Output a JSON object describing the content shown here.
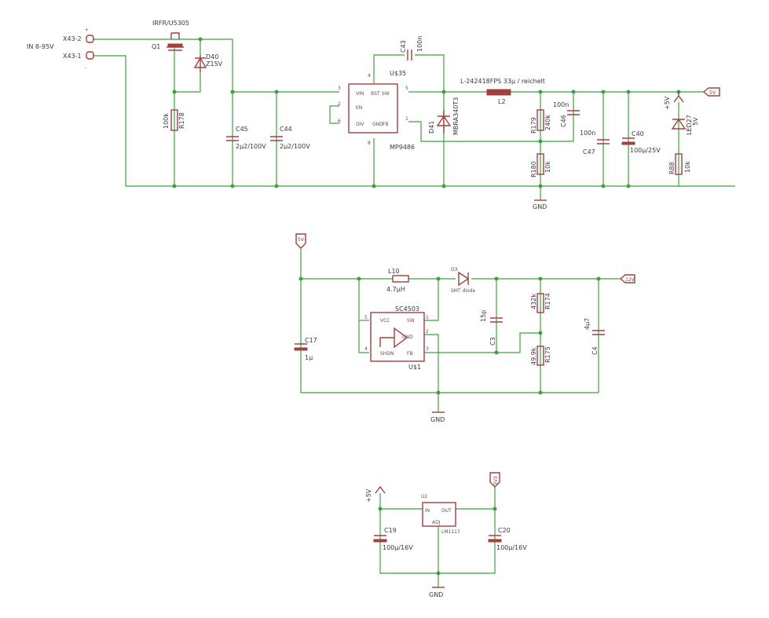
{
  "labels": {
    "in_range": "IN 8-95V",
    "x43_2": "X43-2",
    "x43_1": "X43-1",
    "q1_part": "IRFR/U5305",
    "q1": "Q1",
    "d40": "D40",
    "d40_val": "Z15V",
    "r178": "R178",
    "r178_val": "100k",
    "c45": "C45",
    "c45_val": "2µ2/100V",
    "c44": "C44",
    "c44_val": "2µ2/100V",
    "c43": "C43",
    "c43_val": "100n",
    "u35": "U$35",
    "mp9486": "MP9486",
    "u35_vin": "VIN",
    "u35_bst": "BST",
    "u35_en": "EN",
    "u35_sw": "SW",
    "u35_div": "DIV",
    "u35_gnd": "GND",
    "u35_fb": "FB",
    "p4": "4",
    "p3": "3",
    "p2": "2",
    "p6": "6",
    "p8": "8",
    "p5": "5",
    "p1": "1",
    "d41": "D41",
    "mbra": "MBRA340T3",
    "l2_part": "L-242418FPS 33µ / reichelt",
    "l2": "L2",
    "r179": "R179",
    "r179_val": "240k",
    "c46": "C46",
    "c46_val": "100n",
    "c47": "C47",
    "c47_val": "100n",
    "c40": "C40",
    "c40_val": "100µ/25V",
    "r180": "R180",
    "r180_val": "10k",
    "r88": "R88",
    "r88_val": "10k",
    "led27": "LED27",
    "led27_val": "5V",
    "plus5v": "+5V",
    "gnd": "GND",
    "net_5v": "5V",
    "net_5v_b": "5V",
    "net_12v": "12V",
    "l10": "L10",
    "l10_val": "4.7µH",
    "d_small": "D3",
    "d_part": "SMT diode",
    "sc4503": "SC4503",
    "u1": "U$1",
    "u1_vcc": "VCC",
    "u1_sw": "SW",
    "u1_gnd": "GND",
    "u1_shdn": "SHDN",
    "u1_fb": "FB",
    "u1_p5": "5",
    "u1_p4": "4",
    "u1_p1": "1",
    "u1_p2": "2",
    "u1_p3": "3",
    "c17": "C17",
    "c17_val": "1µ",
    "c3": "C3",
    "c3_val": "15p",
    "r174": "R174",
    "r174_val": "432k",
    "r175": "R175",
    "r175_val": "49.9k",
    "c4": "C4",
    "c4_val": "4µ7",
    "gnd2": "GND",
    "net_3v3": "3V3",
    "plus5v_b": "+5V",
    "u2": "U2",
    "u2_in": "IN",
    "u2_out": "OUT",
    "u2_adj": "ADJ",
    "u2_part": "LM1117",
    "c19": "C19",
    "c19_val": "100µ/16V",
    "c20": "C20",
    "c20_val": "100µ/16V",
    "gnd3": "GND"
  }
}
